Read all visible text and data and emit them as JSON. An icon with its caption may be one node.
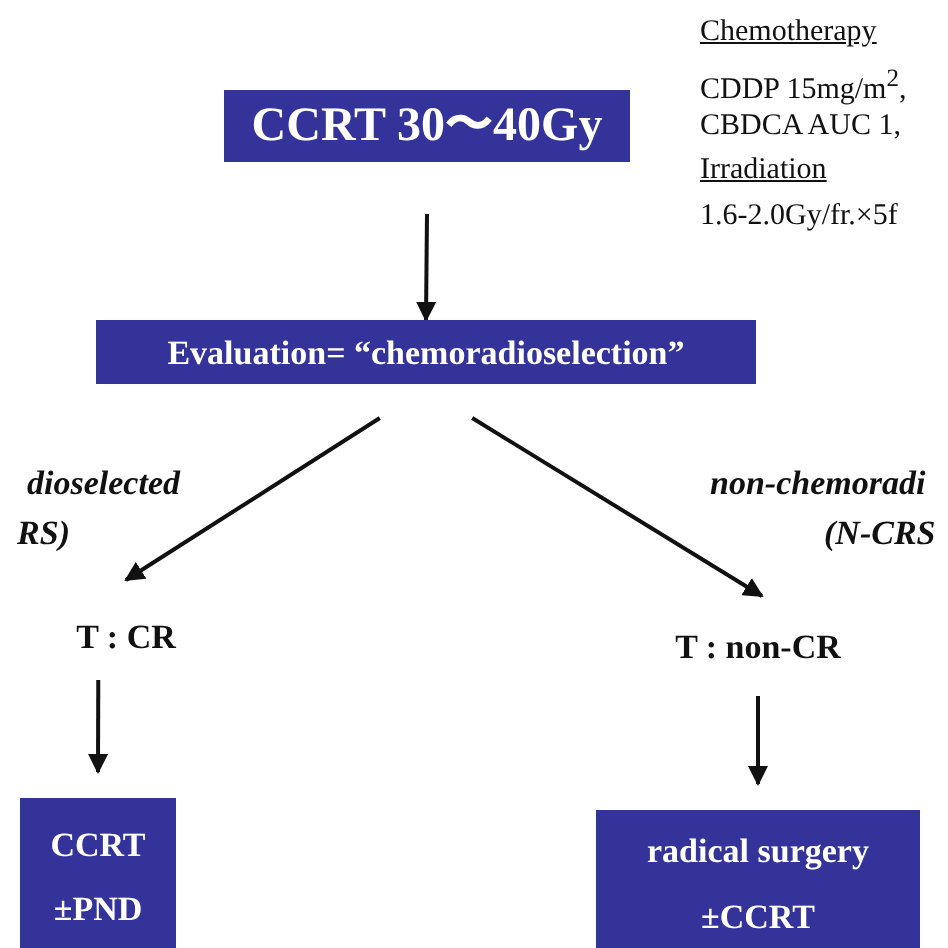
{
  "diagram": {
    "nodes": [
      {
        "text": [
          "CCRT 30〜40Gy"
        ]
      },
      {
        "text": [
          "Evaluation= “chemoradioselection”"
        ]
      },
      {
        "text": [
          "T : CR"
        ]
      },
      {
        "text": [
          "T : non-CR"
        ]
      },
      {
        "text": [
          "CCRT ±PND"
        ]
      },
      {
        "text": [
          "radical surgery ±CCRT"
        ]
      }
    ],
    "edges": [
      {
        "from": 0,
        "to": 1,
        "arrow": "to"
      },
      {
        "from": 1,
        "to": 2,
        "arrow": "to"
      },
      {
        "from": 1,
        "to": 3,
        "arrow": "to"
      },
      {
        "from": 2,
        "to": 4,
        "arrow": "to"
      },
      {
        "from": 3,
        "to": 5,
        "arrow": "to"
      }
    ],
    "labels": [
      "Chemotherapy",
      "CDDP 15mg/m$^{2}$,",
      "CBDCA AUC 1,",
      "Irradiation",
      "1.6-2.0Gy/fr.×5f",
      "dioselected",
      "RS)",
      "non-chemoradi",
      "(N-CRS"
    ]
  }
}
